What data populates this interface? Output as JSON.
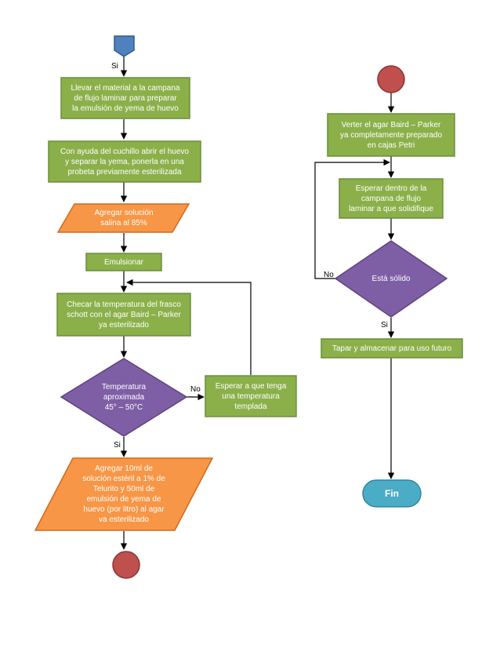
{
  "colors": {
    "process_fill": "#8BB04A",
    "process_stroke": "#6A8E3A",
    "io_fill": "#F79646",
    "io_stroke": "#D06A1E",
    "decision_fill": "#7E5EA5",
    "decision_stroke": "#5F437F",
    "connector_fill": "#C0504D",
    "connector_stroke": "#8C3330",
    "start_fill": "#4F81BD",
    "start_stroke": "#2F5C8E",
    "end_fill": "#4BACC6",
    "end_stroke": "#2E87A1",
    "line": "#000000"
  },
  "nodes": {
    "p1": "Llevar  el material a la campana\nde flujo laminar para preparar\nla emulsión de yema de huevo",
    "p2": "Con ayuda del cuchillo abrir el huevo\ny separar la yema, ponerla  en una\nprobeta previamente  esterilizada",
    "io1": "Agregar solución\nsalina al 85%",
    "p3": "Emulsionar",
    "p4": "Checar la temperatura del frasco\nschott con el agar Baird – Parker\nya esterilizado",
    "d1": "Temperatura\naproximada\n45° – 50°C",
    "p5": "Esperar a que tenga\nuna temperatura\ntemplada",
    "io2": "Agregar  10ml de\nsolución estéril a 1% de\nTelurito  y 50ml de\nemulsión de yema de\nhuevo  (por litro) al agar\nva esterilizado",
    "p6": "Verter el agar  Baird – Parker\nya completamente  preparado\nen cajas Petri",
    "p7": "Esperar  dentro de la\ncampana  de flujo\nlaminar a que solidifique",
    "d2": "Está sólido",
    "p8": "Tapar  y almacenar para uso futuro",
    "end": "Fin"
  },
  "edges": {
    "si_start": "Si",
    "no_d1": "No",
    "si_d1": "Si",
    "no_d2": "No",
    "si_d2": "Si"
  }
}
